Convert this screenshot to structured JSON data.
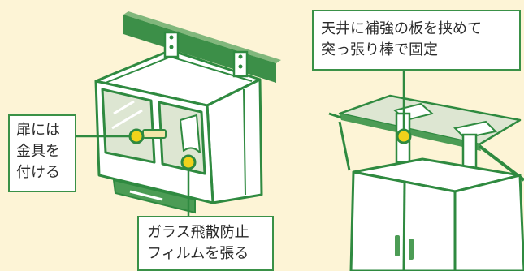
{
  "callouts": {
    "door_fittings": [
      "扉には",
      "金具を",
      "付ける"
    ],
    "glass_film": [
      "ガラス飛散防止",
      "フィルムを張る"
    ],
    "ceiling_pole": [
      "天井に補強の板を挟めて",
      "突っ張り棒で固定"
    ]
  },
  "colors": {
    "background": "#fdf4d6",
    "line_green": "#2f8a40",
    "fill_green": "#4c9c55",
    "marker_yellow": "#f1d21b",
    "glass_tint": "#dde6d2",
    "white": "#ffffff"
  }
}
